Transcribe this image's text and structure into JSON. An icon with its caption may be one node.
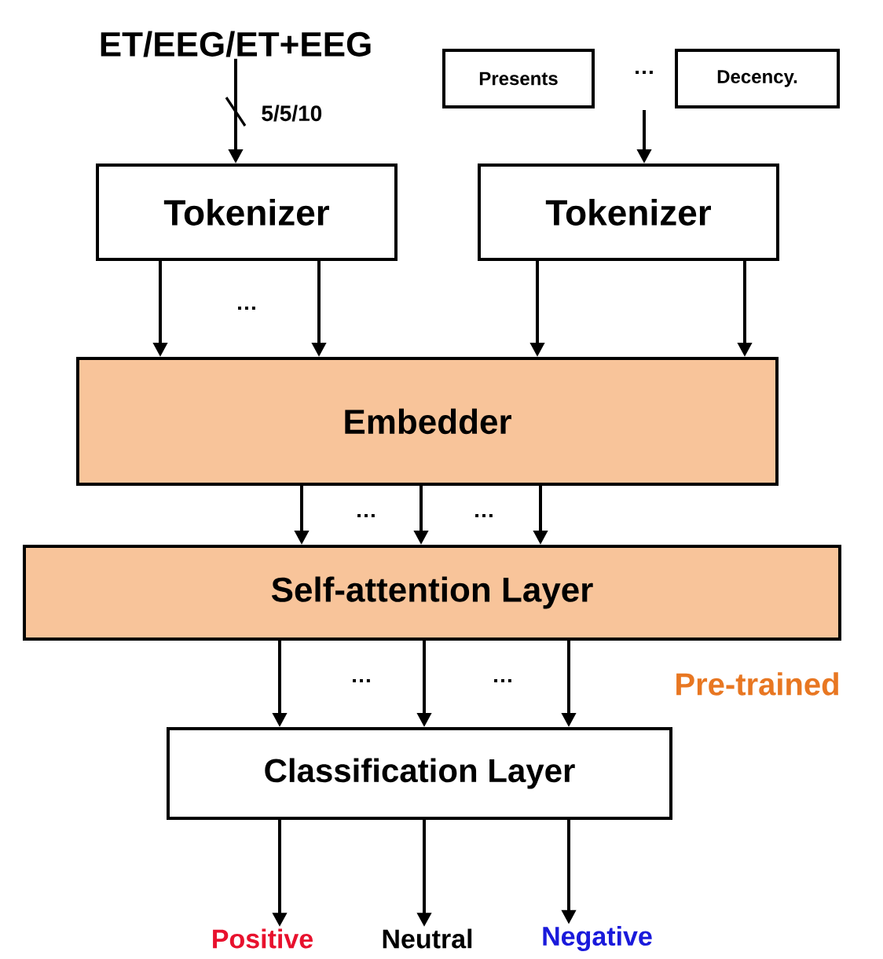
{
  "diagram": {
    "nodes": [
      {
        "text": [
          "ET/EEG/ET+EEG"
        ]
      },
      {
        "text": [
          "Presents"
        ]
      },
      {
        "text": [
          "Decency."
        ]
      },
      {
        "text": [
          "Tokenizer"
        ]
      },
      {
        "text": [
          "Tokenizer"
        ]
      },
      {
        "text": [
          "Embedder"
        ]
      },
      {
        "text": [
          "Self-attention Layer"
        ]
      },
      {
        "text": [
          "Classification Layer"
        ]
      },
      {
        "text": [
          "Positive"
        ]
      },
      {
        "text": [
          "Neutral"
        ]
      },
      {
        "text": [
          "Negative"
        ]
      }
    ],
    "edges": [
      {
        "from": 0,
        "to": 3,
        "arrow": "to",
        "label": "5/5/10"
      },
      {
        "from": null,
        "to": 4,
        "arrow": "to"
      },
      {
        "from": 3,
        "to": 5,
        "arrow": "to"
      },
      {
        "from": 3,
        "to": 5,
        "arrow": "to"
      },
      {
        "from": 4,
        "to": 5,
        "arrow": "to"
      },
      {
        "from": 4,
        "to": 5,
        "arrow": "to"
      },
      {
        "from": 5,
        "to": 6,
        "arrow": "to"
      },
      {
        "from": 5,
        "to": 6,
        "arrow": "to"
      },
      {
        "from": 5,
        "to": 6,
        "arrow": "to"
      },
      {
        "from": 6,
        "to": 7,
        "arrow": "to"
      },
      {
        "from": 6,
        "to": 7,
        "arrow": "to"
      },
      {
        "from": 6,
        "to": 7,
        "arrow": "to"
      },
      {
        "from": 7,
        "to": 8,
        "arrow": "to"
      },
      {
        "from": 7,
        "to": 9,
        "arrow": "to"
      },
      {
        "from": 7,
        "to": 10,
        "arrow": "to"
      }
    ],
    "labels": [
      "…",
      "…",
      "…",
      "…",
      "…",
      "…",
      "Pre-trained"
    ]
  }
}
